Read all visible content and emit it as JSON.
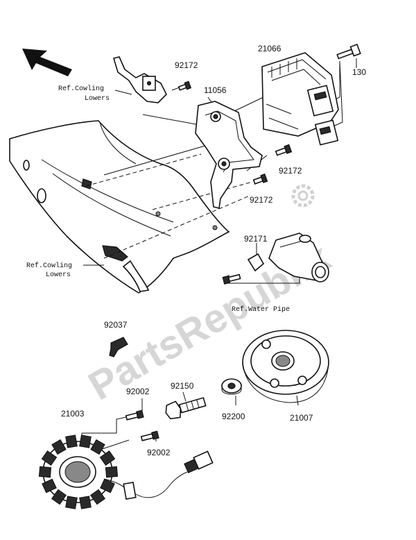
{
  "labels": {
    "p21066": "21066",
    "p130": "130",
    "p92172a": "92172",
    "p92172b": "92172",
    "p92172c": "92172",
    "p11056": "11056",
    "p92171": "92171",
    "p92037": "92037",
    "p92002a": "92002",
    "p92002b": "92002",
    "p21003": "21003",
    "p92150": "92150",
    "p92200": "92200",
    "p21007": "21007"
  },
  "refs": {
    "cowling_top_1": "Ref.Cowling",
    "cowling_top_2": "Lowers",
    "cowling_bottom_1": "Ref.Cowling",
    "cowling_bottom_2": "Lowers",
    "water_pipe": "Ref.Water Pipe"
  },
  "watermark": {
    "text": "PartsRepublik"
  }
}
